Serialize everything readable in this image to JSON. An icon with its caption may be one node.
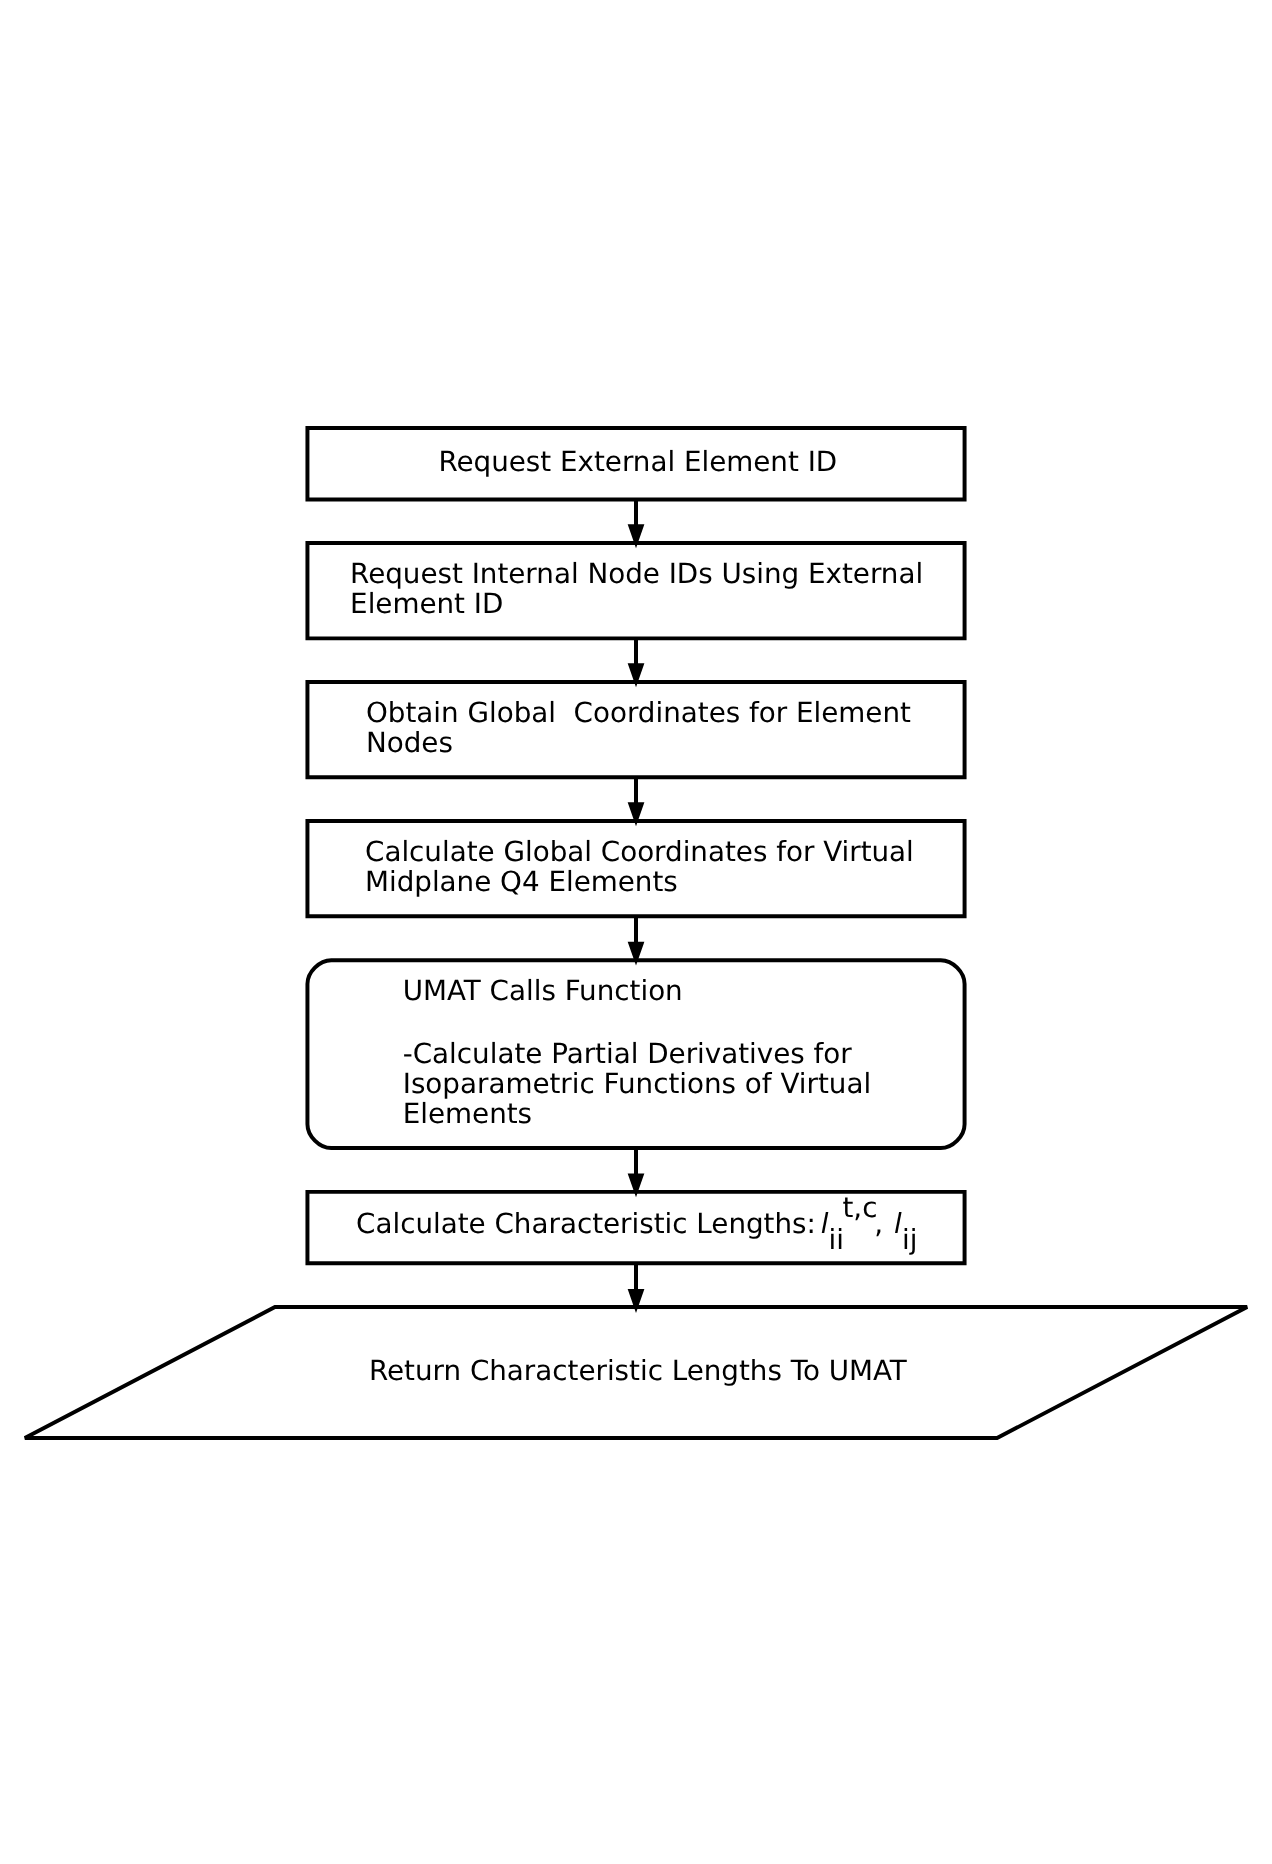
{
  "diagram": {
    "nodes": [
      {
        "text": [
          "Request External Element ID"
        ]
      },
      {
        "text": [
          "Request Internal Node IDs Using External Element ID"
        ]
      },
      {
        "text": [
          "Obtain Global  Coordinates for Element Nodes"
        ]
      },
      {
        "text": [
          "Calculate Global Coordinates for Virtual Midplane Q4 Elements"
        ]
      },
      {
        "text": [
          "UMAT Calls Function",
          "-Calculate Partial Derivatives for Isoparametric Functions of Virtual Elements"
        ]
      },
      {
        "text": [
          "Calculate Characteristic Lengths: *l*$_{ii}$$^{t,c}$, *l*$_{ij}$"
        ]
      },
      {
        "text": [
          "Return Characteristic Lengths To UMAT"
        ]
      }
    ],
    "edges": [
      {
        "from": 0,
        "to": 1,
        "arrow": "to"
      },
      {
        "from": 1,
        "to": 2,
        "arrow": "to"
      },
      {
        "from": 2,
        "to": 3,
        "arrow": "to"
      },
      {
        "from": 3,
        "to": 4,
        "arrow": "to"
      },
      {
        "from": 4,
        "to": 5,
        "arrow": "to"
      },
      {
        "from": 5,
        "to": 6,
        "arrow": "to"
      }
    ]
  }
}
